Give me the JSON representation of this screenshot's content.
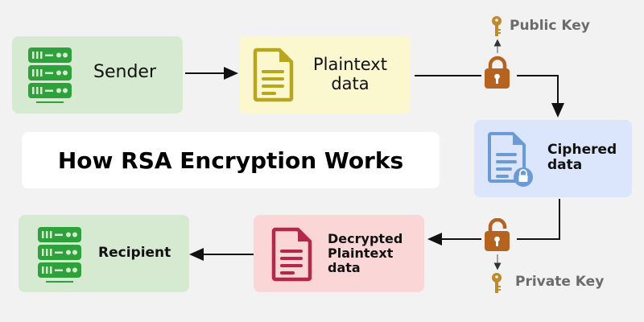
{
  "title": "How RSA Encryption Works",
  "nodes": {
    "sender": {
      "label": "Sender",
      "icon": "server-icon",
      "bg": "#d5ead0",
      "icon_color": "#2ea23a"
    },
    "plaintext": {
      "label_line1": "Plaintext",
      "label_line2": "data",
      "icon": "document-icon",
      "bg": "#fbf7cf",
      "icon_color": "#b6a71d"
    },
    "ciphered": {
      "label_line1": "Ciphered",
      "label_line2": "data",
      "icon": "locked-document-icon",
      "bg": "#dbe5fb",
      "icon_color": "#6a9bd8"
    },
    "decrypted": {
      "label_line1": "Decrypted",
      "label_line2": "Plaintext",
      "label_line3": "data",
      "icon": "document-icon",
      "bg": "#fbd6d6",
      "icon_color": "#b5274b"
    },
    "recipient": {
      "label": "Recipient",
      "icon": "server-icon",
      "bg": "#d5ead0",
      "icon_color": "#2ea23a"
    }
  },
  "keys": {
    "public": {
      "label": "Public Key",
      "icon": "key-icon",
      "lock_icon": "lock-closed-icon"
    },
    "private": {
      "label": "Private Key",
      "icon": "key-icon",
      "lock_icon": "lock-open-icon"
    }
  },
  "colors": {
    "lock": "#b5631f",
    "key": "#c08a2a",
    "line": "#111111",
    "key_text": "#6b6b6b"
  }
}
